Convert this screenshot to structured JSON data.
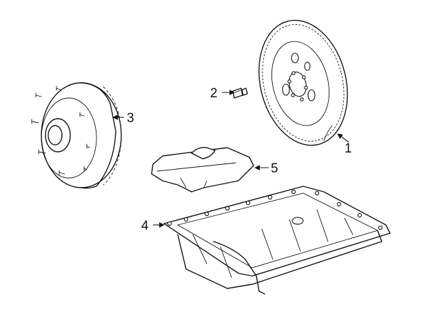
{
  "diagram": {
    "callouts": [
      {
        "number": "1",
        "part": "flywheel"
      },
      {
        "number": "2",
        "part": "bolt"
      },
      {
        "number": "3",
        "part": "torque-converter"
      },
      {
        "number": "4",
        "part": "oil-pan"
      },
      {
        "number": "5",
        "part": "filter"
      }
    ]
  }
}
